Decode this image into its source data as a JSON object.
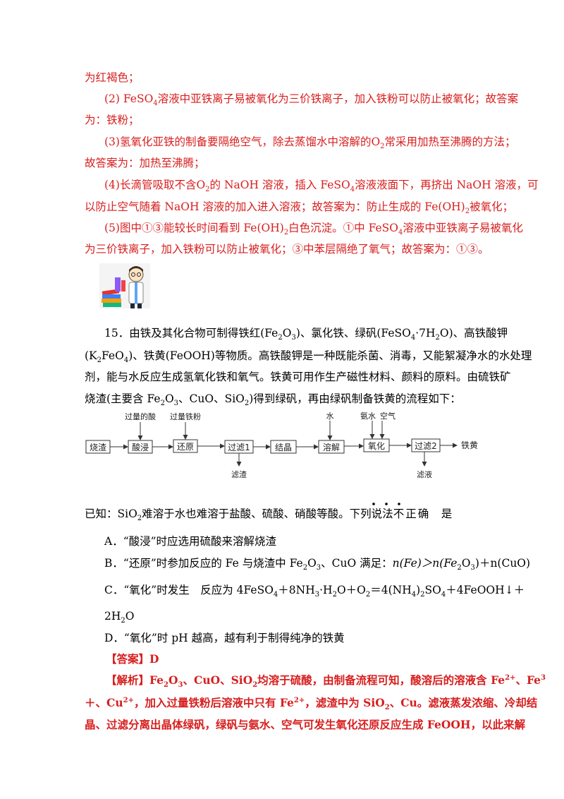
{
  "answer_prev": {
    "l1": "为红褐色；",
    "p2_a": "(2) FeSO",
    "p2_b": "溶液中亚铁离子易被氧化为三价铁离子，加入铁粉可以防止被氧化；故答案",
    "p2_c": "为：铁粉；",
    "p3_a": "(3)氢氧化亚铁的制备要隔绝空气，除去蒸馏水中溶解的O",
    "p3_b": "常采用加热至沸腾的方法；",
    "p3_c": "故答案为：加热至沸腾；",
    "p4_a": "(4)长滴管吸取不含O",
    "p4_b": "的 NaOH 溶液，插入 FeSO",
    "p4_c": "溶液液面下，再挤出 NaOH 溶液，可",
    "p4_d": "以防止空气随着 NaOH 溶液的加入进入溶液；故答案为：防止生成的 Fe(OH)",
    "p4_e": "被氧化；",
    "p5_a": "(5)图中①③能较长时间看到 Fe(OH)",
    "p5_b": "白色沉淀。①中 FeSO",
    "p5_c": "溶液中亚铁离子易被氧化",
    "p5_d": "为三价铁离子，加入铁粉可以防止被氧化；③中苯层隔绝了氧气；故答案为：①③。"
  },
  "question": {
    "q_a": "15．由铁及其化合物可制得铁红(Fe",
    "q_b": "O",
    "q_c": ")、氯化铁、绿矾(FeSO",
    "q_d": "·7H",
    "q_e": "O)、高铁酸钾",
    "q2_a": "(K",
    "q2_b": "FeO",
    "q2_c": ")、铁黄(FeOOH)等物质。高铁酸钾是一种既能杀菌、消毒，又能絮凝净水的水处理",
    "q3": "剂，能与水反应生成氢氧化铁和氧气。铁黄可用作生产磁性材料、颜料的原料。由硫铁矿",
    "q4_a": "烧渣(主要含 Fe",
    "q4_b": "O",
    "q4_c": "、CuO、SiO",
    "q4_d": ")得到绿矾，再由绿矾制备铁黄的流程如下：",
    "known_a": "已知：SiO",
    "known_b": "难溶于水也难溶于盐酸、硫酸、硝酸等酸。下列说法",
    "known_c": "不正确",
    "known_d": "是",
    "optA": "A．“酸浸”时应选用硫酸来溶解烧渣",
    "optB_a": "B．“还原”时参加反应的 Fe 与烧渣中 Fe",
    "optB_b": "O",
    "optB_c": "、CuO 满足：",
    "optB_d": "n(Fe)＞n(Fe",
    "optB_e": "O",
    "optB_f": ")＋n(CuO)",
    "optC_a": "C．“氧化”时发生　反应为 4FeSO",
    "optC_b": "＋8NH",
    "optC_c": "·H",
    "optC_d": "O＋O",
    "optC_e": "＝4(NH",
    "optC_f": ")",
    "optC_g": "SO",
    "optC_h": "＋4FeOOH↓＋",
    "optC_cont_a": "2H",
    "optC_cont_b": "O",
    "optD": "D．“氧化”时 pH 越高，越有利于制得纯净的铁黄",
    "sub2": "2",
    "sub3": "3",
    "sub4": "4"
  },
  "flow": {
    "boxes": [
      "烧渣",
      "酸浸",
      "还原",
      "过滤1",
      "结晶",
      "溶解",
      "氧化",
      "过滤2"
    ],
    "end": "铁黄",
    "top_labels": [
      "过量的酸",
      "过量铁粉",
      "水",
      "氨水",
      "空气"
    ],
    "bottom_labels": [
      "滤渣",
      "滤液"
    ]
  },
  "answer": {
    "tag": "【答案】",
    "value": "D"
  },
  "analysis": {
    "tag": "【解析】",
    "l1_a": "Fe",
    "l1_b": "O",
    "l1_c": "、CuO、SiO",
    "l1_d": "均溶于硫酸，由制备流程可知，酸溶后的溶液含 Fe",
    "l1_e": "、Fe",
    "sup2p": "2+",
    "sup3": "3",
    "l2_a": "＋",
    "l2_b": "、Cu",
    "l2_c": "，加入过量铁粉后溶液中只有 Fe",
    "l2_d": "，滤渣中为 SiO",
    "l2_e": "、Cu。滤液蒸发浓缩、冷却结",
    "l3": "晶、过滤分离出晶体绿矾，绿矾与氨水、空气可发生氧化还原反应生成 FeOOH，以此来解"
  }
}
